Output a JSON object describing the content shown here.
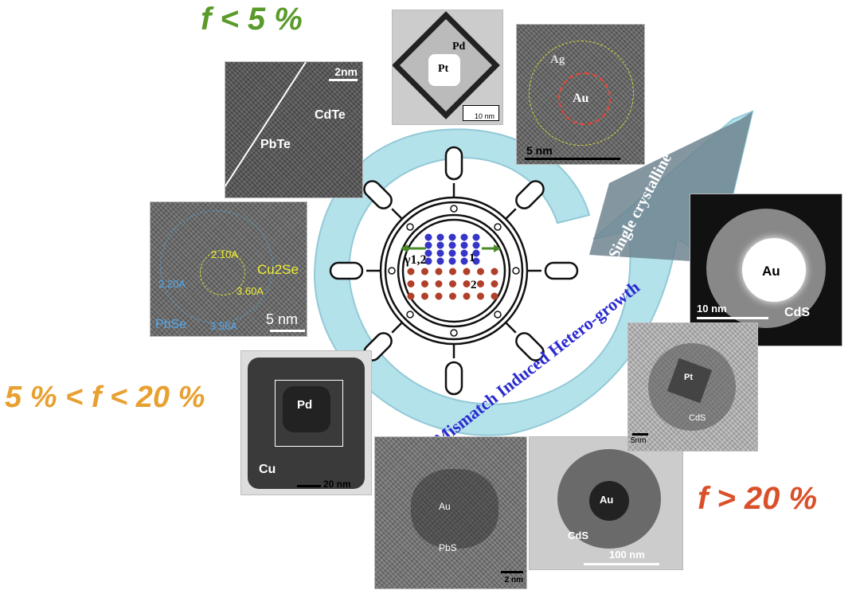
{
  "labels": {
    "f_low": "f < 5 %",
    "f_mid": "5 % < f < 20 %",
    "f_high": "f > 20 %",
    "arrow_text": "Mismatch Induced Hetero-growth",
    "arrow_tip_text": "Single crystalline"
  },
  "colors": {
    "f_low": "#5a9a2a",
    "f_mid": "#e8a030",
    "f_high": "#d9502a",
    "arrow_text": "#2b2bd0"
  },
  "wheel": {
    "gamma": "γ1,2",
    "layer1": "1",
    "layer2": "2"
  },
  "panels": {
    "pbte_cdte": {
      "scale": "2nm",
      "a": "CdTe",
      "b": "PbTe"
    },
    "pt_pd": {
      "a": "Pd",
      "b": "Pt",
      "scale": "10 nm"
    },
    "ag_au": {
      "a": "Ag",
      "b": "Au",
      "scale": "5 nm"
    },
    "cu2se_pbse": {
      "a": "Cu2Se",
      "b": "PbSe",
      "d1": "2.10A",
      "d2": "3.60A",
      "d3": "2.20A",
      "d4": "3.56A",
      "scale": "5 nm"
    },
    "au_cds_dark": {
      "a": "Au",
      "b": "CdS",
      "scale": "10 nm"
    },
    "pt_cds": {
      "a": "Pt",
      "b": "CdS",
      "scale": "5nm"
    },
    "pd_cu": {
      "a": "Pd",
      "b": "Cu",
      "scale": "20 nm"
    },
    "au_pbs": {
      "a": "Au",
      "b": "PbS",
      "scale": "2 nm"
    },
    "au_cds_100": {
      "a": "Au",
      "b": "CdS",
      "scale": "100 nm"
    }
  }
}
